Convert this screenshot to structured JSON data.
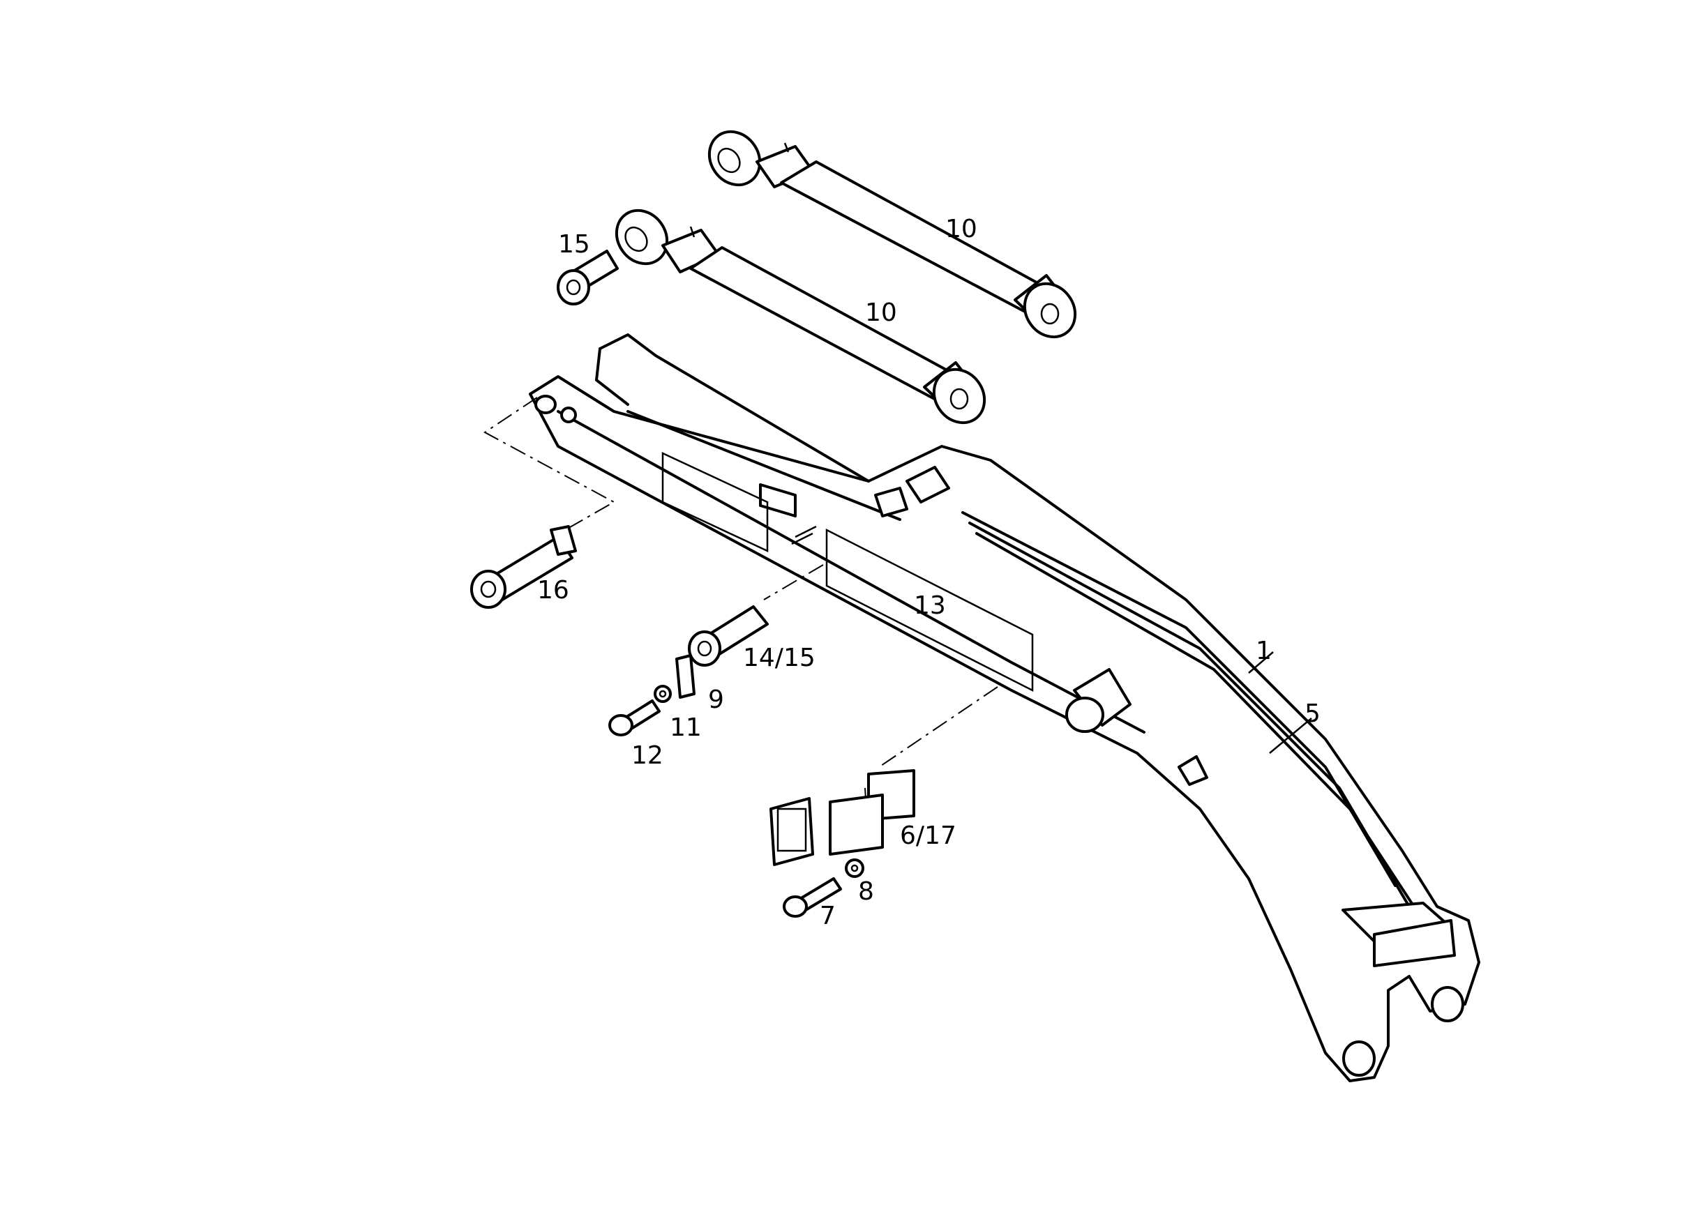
{
  "labels": {
    "cyl_upper": "10",
    "cyl_lower": "10",
    "pin_15": "15",
    "pin_16": "16",
    "panel_13": "13",
    "boom_1": "1",
    "line_5": "5",
    "pin_14_15": "14/15",
    "plate_9": "9",
    "washer_11": "11",
    "bolt_12": "12",
    "step_6_17": "6/17",
    "washer_8": "8",
    "bolt_7": "7"
  }
}
